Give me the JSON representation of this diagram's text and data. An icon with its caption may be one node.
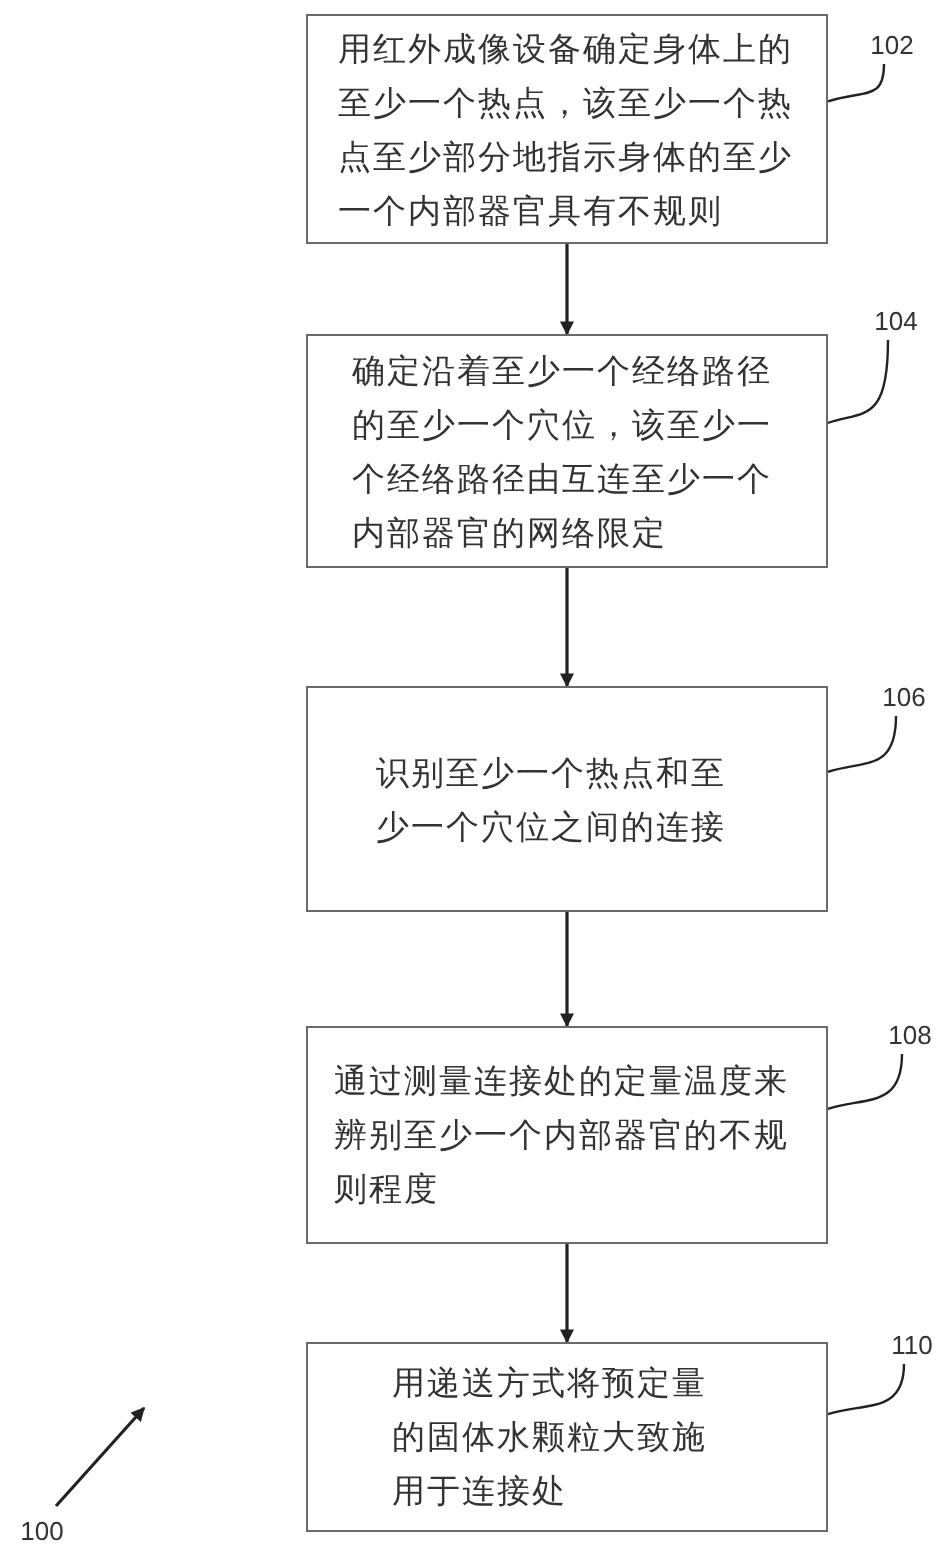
{
  "diagram": {
    "nodes": [
      {
        "text": [
          "用红外成像设备确定身体上的至少一个热点，该至少一个热点至少部分地指示身体的至少一个内部器官具有不规则"
        ]
      },
      {
        "text": [
          "确定沿着至少一个经络路径的至少一个穴位，该至少一个经络路径由互连至少一个内部器官的网络限定"
        ]
      },
      {
        "text": [
          "识别至少一个热点和至少一个穴位之间的连接"
        ]
      },
      {
        "text": [
          "通过测量连接处的定量温度来辨别至少一个内部器官的不规则程度"
        ]
      },
      {
        "text": [
          "用递送方式将预定量的固体水颗粒大致施用于连接处"
        ]
      },
      {
        "text": [
          "102"
        ]
      },
      {
        "text": [
          "104"
        ]
      },
      {
        "text": [
          "106"
        ]
      },
      {
        "text": [
          "108"
        ]
      },
      {
        "text": [
          "110"
        ]
      },
      {
        "text": [
          "100"
        ]
      }
    ],
    "edges": [
      {
        "from": 0,
        "to": 1,
        "arrow": "to"
      },
      {
        "from": 1,
        "to": 2,
        "arrow": "to"
      },
      {
        "from": 2,
        "to": 3,
        "arrow": "to"
      },
      {
        "from": 3,
        "to": 4,
        "arrow": "to"
      },
      {
        "from": 5,
        "to": 0,
        "arrow": "none"
      },
      {
        "from": 6,
        "to": 1,
        "arrow": "none"
      },
      {
        "from": 7,
        "to": 2,
        "arrow": "none"
      },
      {
        "from": 8,
        "to": 3,
        "arrow": "none"
      },
      {
        "from": 9,
        "to": 4,
        "arrow": "none"
      },
      {
        "from": 10,
        "to": null,
        "arrow": "to"
      }
    ]
  }
}
